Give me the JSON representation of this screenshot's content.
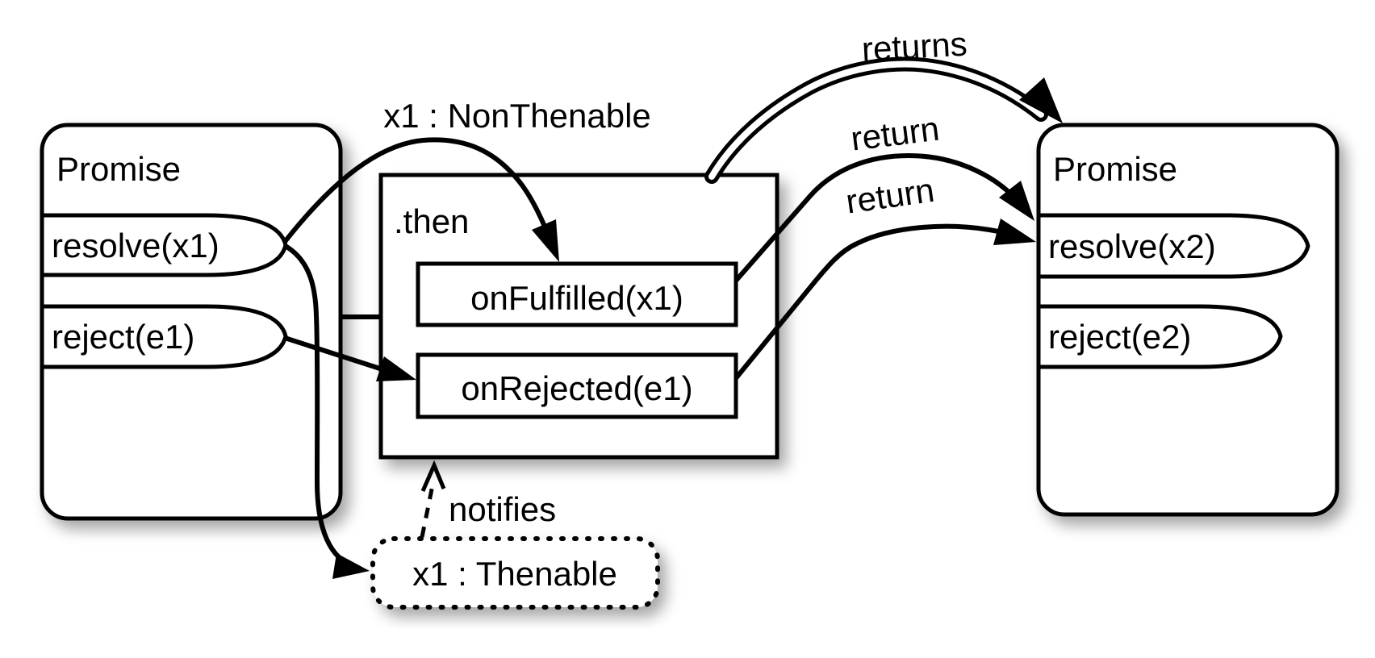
{
  "colors": {
    "stroke": "#000000",
    "background": "#ffffff"
  },
  "p1": {
    "title": "Promise",
    "resolve": "resolve(x1)",
    "reject": "reject(e1)"
  },
  "then": {
    "title": ".then",
    "on_fulfilled": "onFulfilled(x1)",
    "on_rejected": "onRejected(e1)"
  },
  "p2": {
    "title": "Promise",
    "resolve": "resolve(x2)",
    "reject": "reject(e2)"
  },
  "thenable": {
    "label": "x1 : Thenable"
  },
  "annotations": {
    "non_thenable": "x1 : NonThenable",
    "returns": "returns",
    "return_from_fulfilled": "return",
    "return_from_rejected": "return",
    "notifies": "notifies"
  }
}
